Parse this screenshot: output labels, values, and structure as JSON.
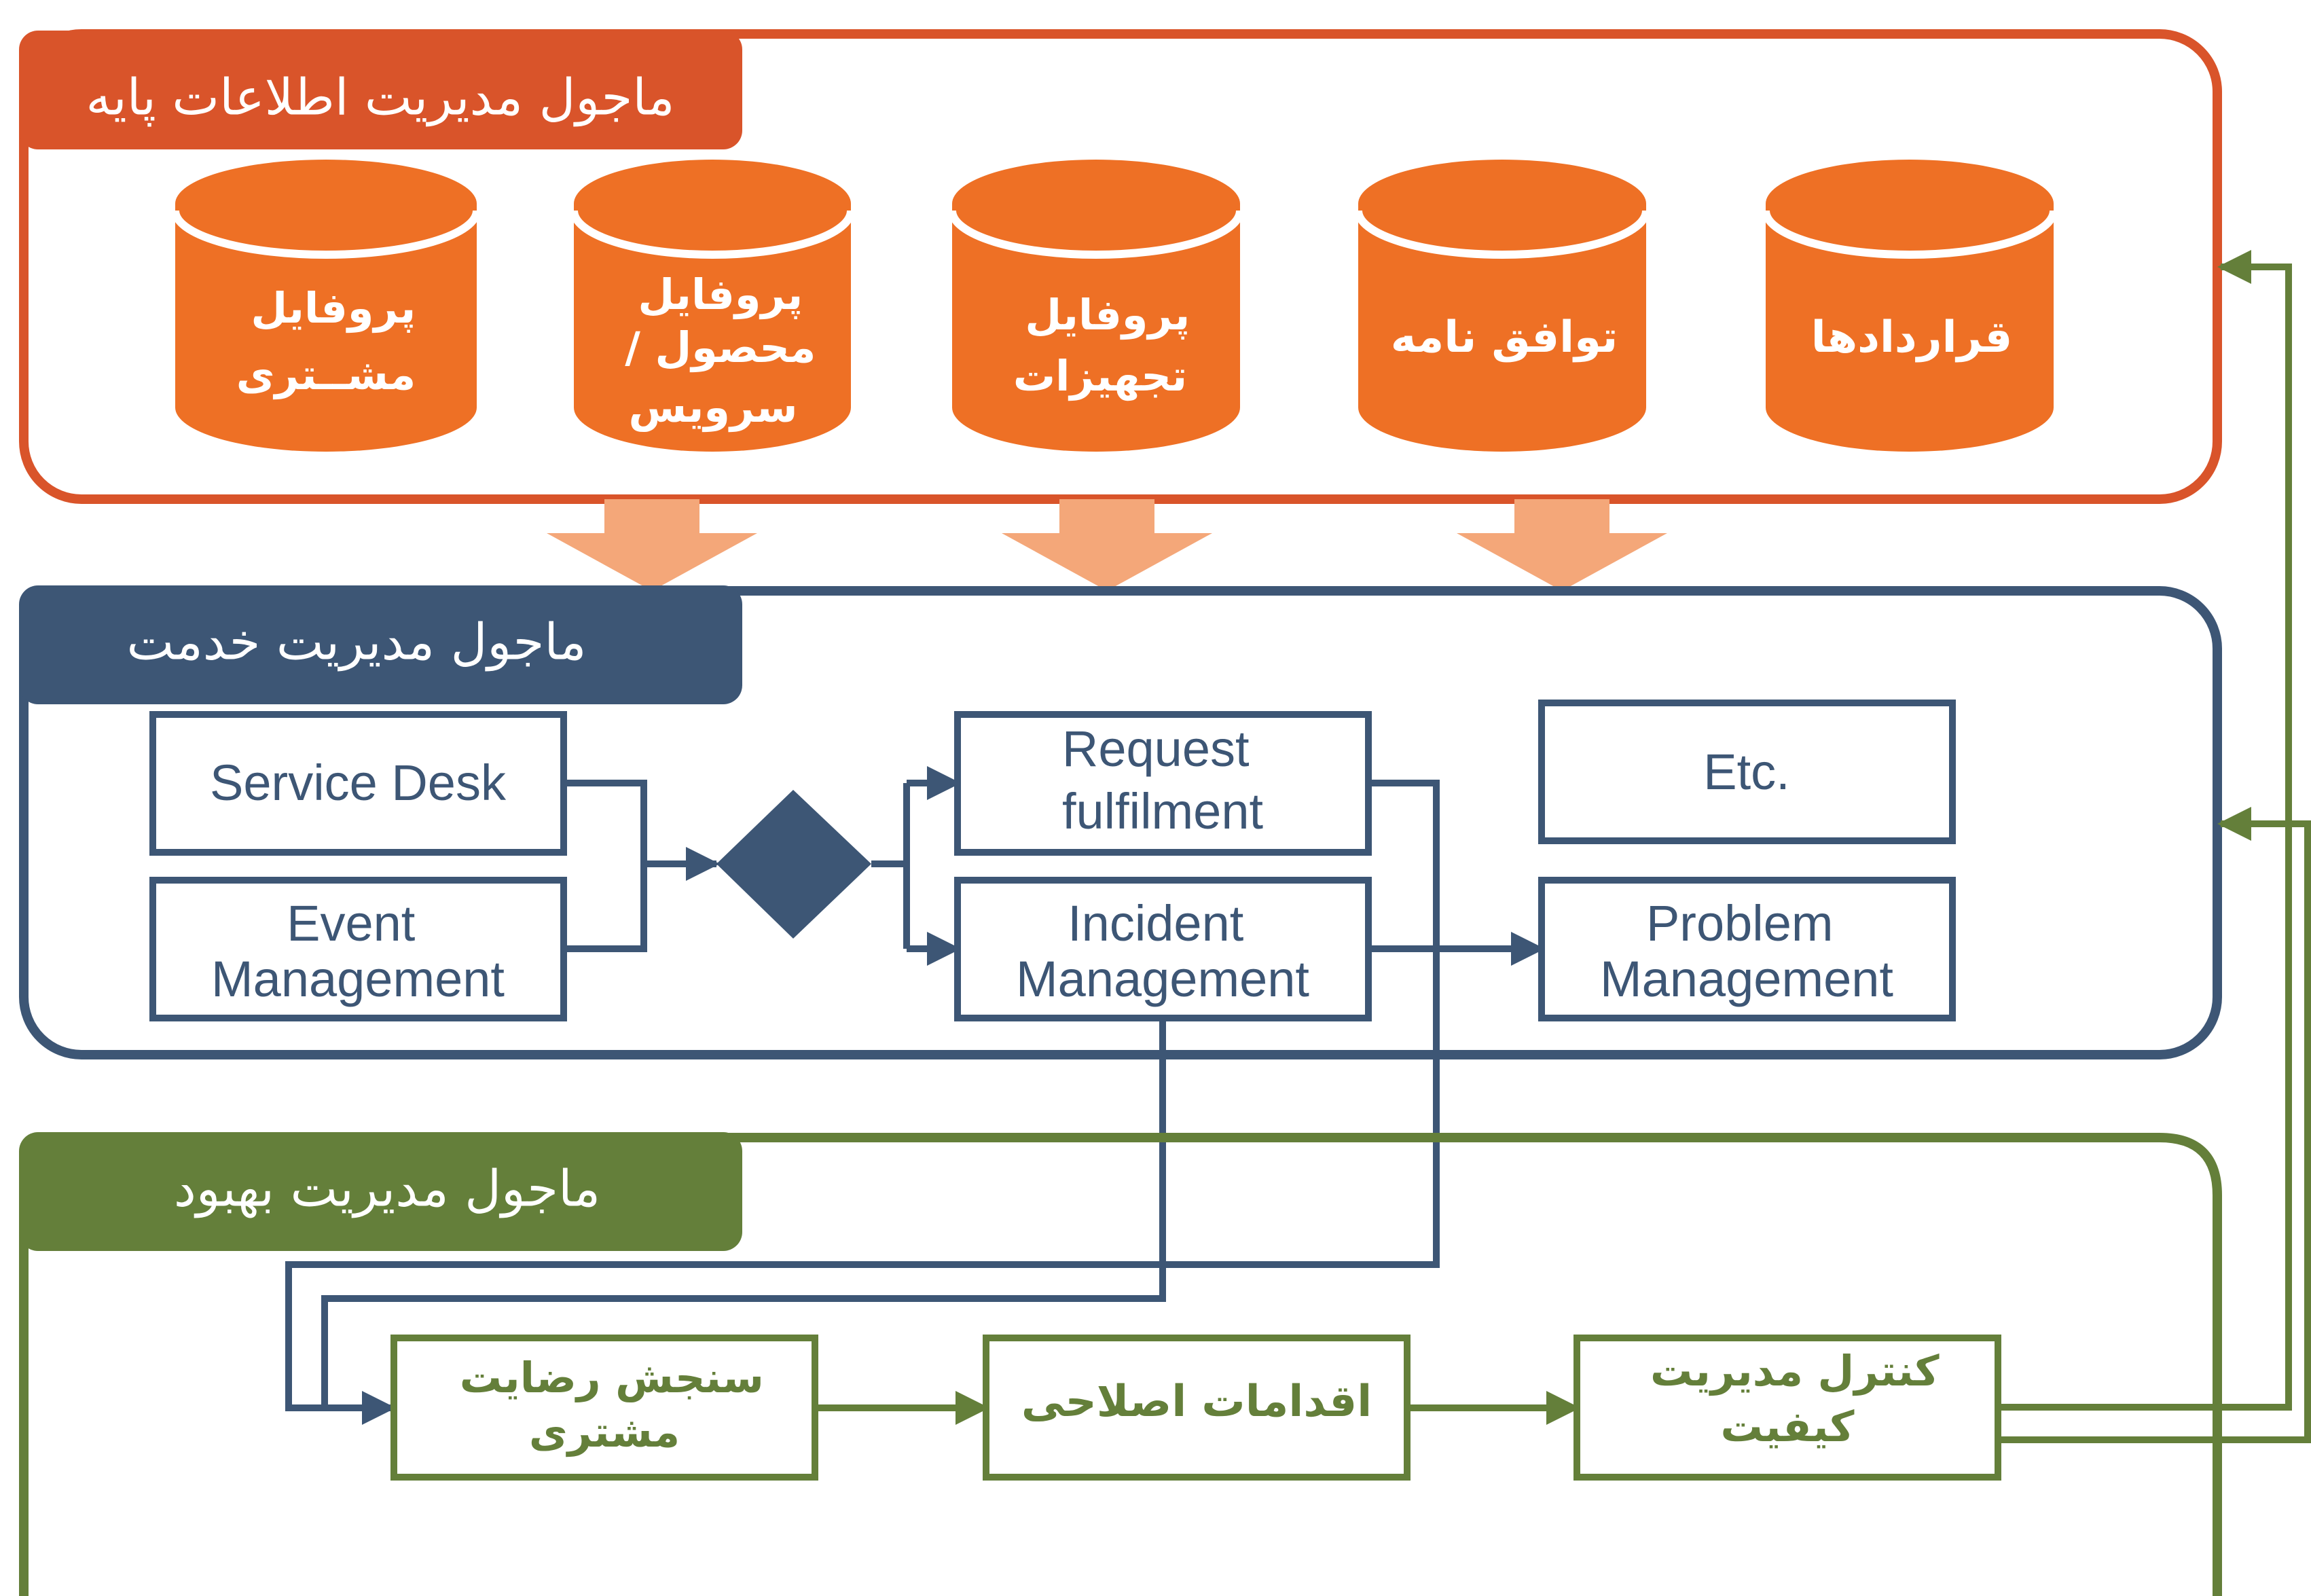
{
  "colors": {
    "orange": "#D9542A",
    "orange_fill": "#EE7025",
    "arrow_peach": "#F4A779",
    "blue": "#3D5675",
    "green": "#647F3A",
    "white": "#FFFFFF"
  },
  "modules": {
    "base": {
      "title": "ماجول مدیریت اطلاعات پایه"
    },
    "service": {
      "title": "ماجول مدیریت خدمت"
    },
    "improvement": {
      "title": "ماجول مدیریت بهبود"
    }
  },
  "databases": [
    {
      "label": [
        "پروفایل",
        "مشــتری"
      ]
    },
    {
      "label": [
        "پروفایل",
        "محصول /",
        "سرویس"
      ]
    },
    {
      "label": [
        "پروفایل",
        "تجهیزات"
      ]
    },
    {
      "label": [
        "توافق نامه"
      ]
    },
    {
      "label": [
        "قراردادها"
      ]
    }
  ],
  "service_boxes": {
    "service_desk": [
      "Service Desk"
    ],
    "event_management": [
      "Event",
      "Management"
    ],
    "request_fulfilment": [
      "Request",
      "fulfilment"
    ],
    "incident_management": [
      "Incident",
      "Management"
    ],
    "etc": [
      "Etc."
    ],
    "problem_management": [
      "Problem",
      "Management"
    ]
  },
  "improvement_boxes": {
    "satisfaction": [
      "سنجش رضایت",
      "مشتری"
    ],
    "corrective": [
      "اقدامات اصلاحی"
    ],
    "quality": [
      "کنترل مدیریت",
      "کیفیت"
    ]
  }
}
